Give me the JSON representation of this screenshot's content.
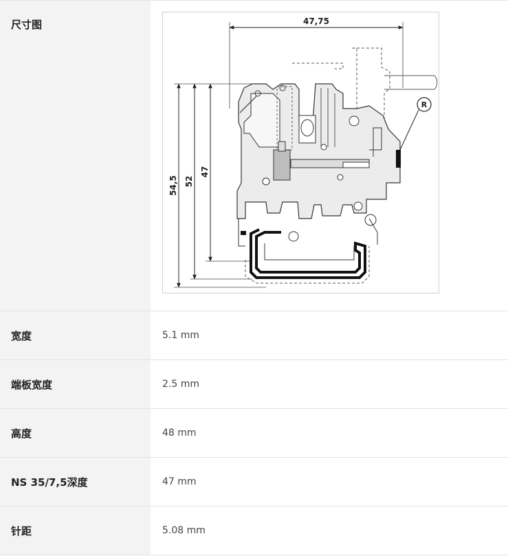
{
  "drawing": {
    "label": "尺寸图",
    "dims": {
      "width": "47,75",
      "h1": "54,5",
      "h2": "52",
      "h3": "47",
      "mark": "R"
    }
  },
  "specs": [
    {
      "label": "宽度",
      "value": "5.1 mm"
    },
    {
      "label": "端板宽度",
      "value": "2.5 mm"
    },
    {
      "label": "高度",
      "value": "48 mm"
    },
    {
      "label": "NS 35/7,5深度",
      "value": "47 mm"
    },
    {
      "label": "针距",
      "value": "5.08 mm"
    }
  ]
}
